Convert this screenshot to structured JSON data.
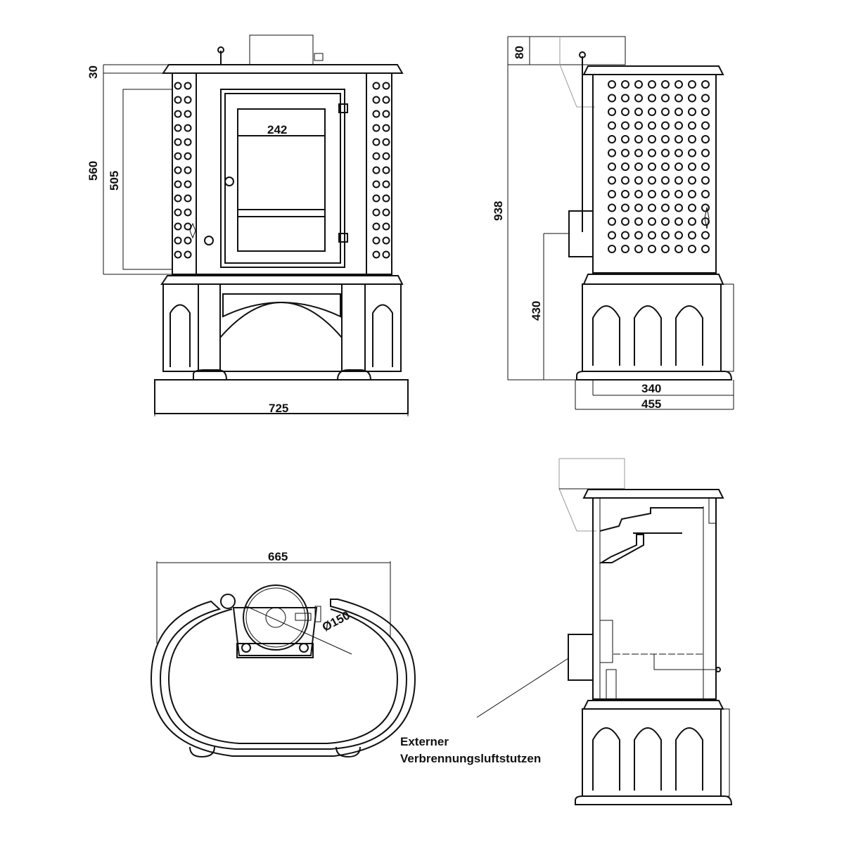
{
  "front_view": {
    "dim_top_depth": "30",
    "dim_height_outer": "560",
    "dim_height_inner": "505",
    "dim_window": "242",
    "dim_width": "725"
  },
  "side_view": {
    "dim_flue": "80",
    "dim_total_height": "938",
    "dim_air_inlet_height": "430",
    "dim_inner_depth": "340",
    "dim_depth": "455"
  },
  "top_view": {
    "dim_width": "665",
    "dim_flue_diameter": "Ø150"
  },
  "section_view": {
    "callout_line1": "Externer",
    "callout_line2": "Verbrennungsluftstutzen"
  }
}
